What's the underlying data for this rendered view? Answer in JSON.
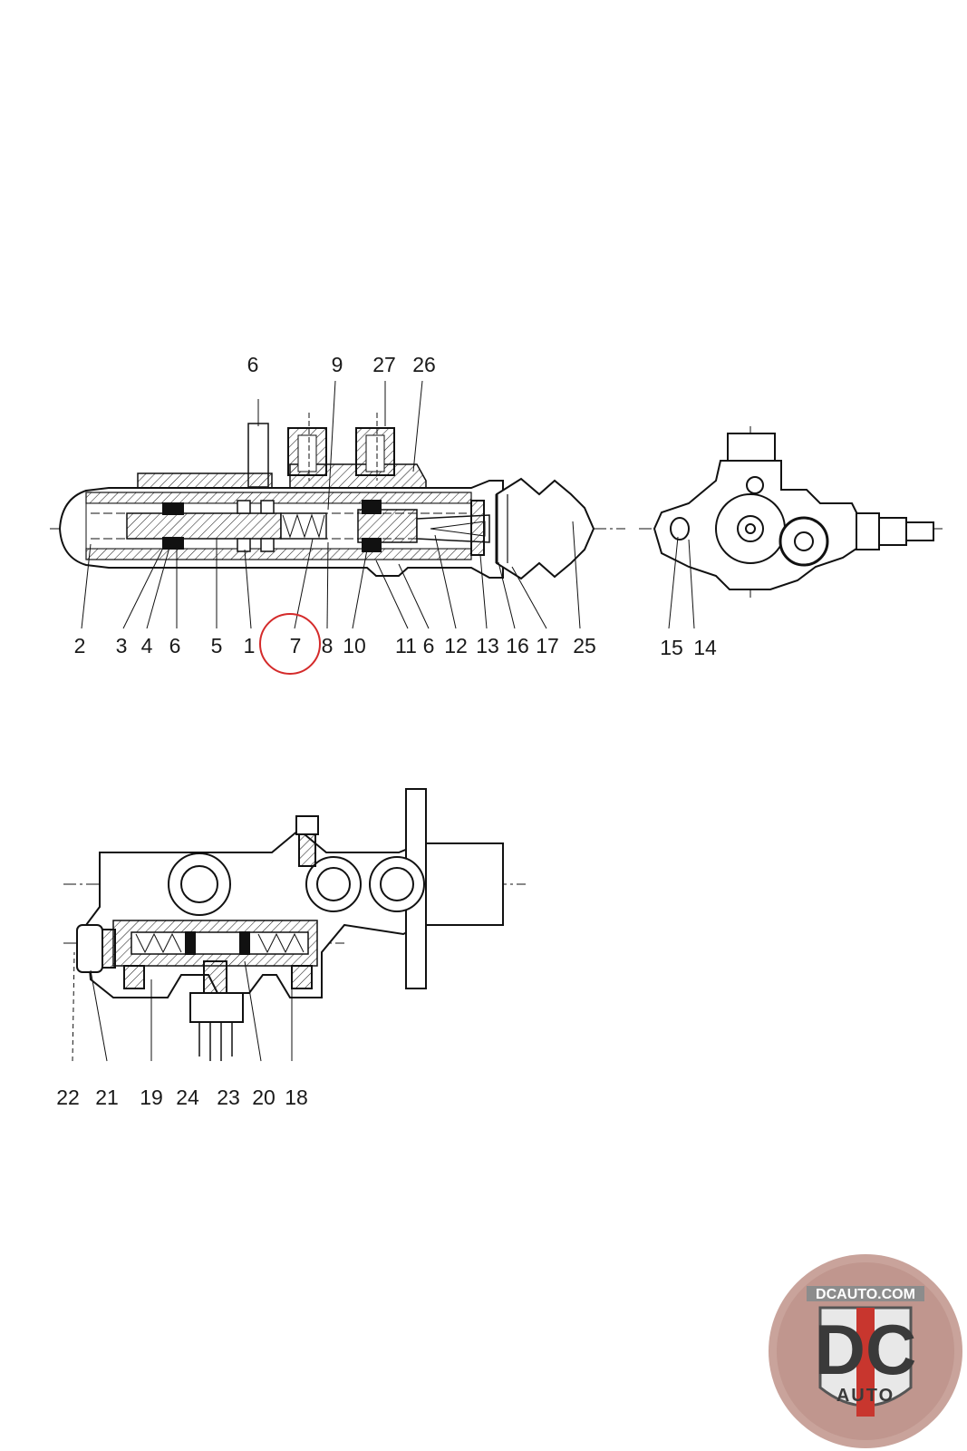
{
  "top_view": {
    "top_labels": [
      "6",
      "9",
      "27",
      "26"
    ],
    "bottom_labels": [
      "2",
      "3",
      "4",
      "6",
      "5",
      "1",
      "7",
      "8",
      "10",
      "11",
      "6",
      "12",
      "13",
      "16",
      "17",
      "25"
    ],
    "highlighted_label": "7",
    "highlight_color": "#d42a2a"
  },
  "end_view": {
    "labels": [
      "15",
      "14"
    ]
  },
  "bottom_view": {
    "labels": [
      "22",
      "21",
      "19",
      "24",
      "23",
      "20",
      "18"
    ]
  },
  "logo": {
    "url_text": "DCAUTO.COM",
    "mark_text": "DC",
    "sub_text": "AUTO",
    "ring_color": "#c9a39b",
    "accent_color": "#c8362e"
  }
}
